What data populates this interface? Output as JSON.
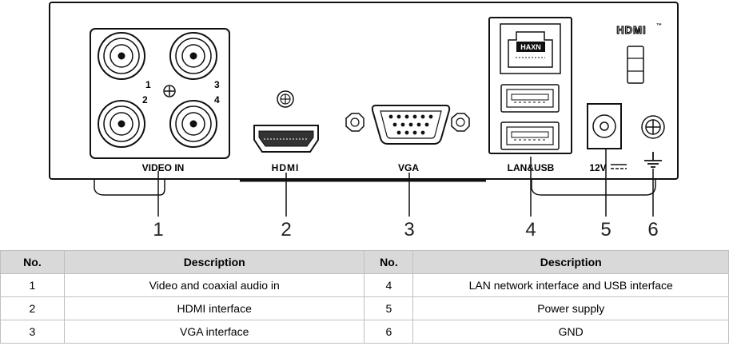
{
  "panel_labels": {
    "video_in": "VIDEO IN",
    "hdmi": "HDMI",
    "vga": "VGA",
    "lan_usb": "LAN&USB",
    "power": "12V",
    "hdmi_logo": "HDMI",
    "rj45_tag": "HAXN"
  },
  "bnc_numbers": [
    "1",
    "3",
    "2",
    "4"
  ],
  "callouts": [
    "1",
    "2",
    "3",
    "4",
    "5",
    "6"
  ],
  "table": {
    "headers": [
      "No.",
      "Description",
      "No.",
      "Description"
    ],
    "rows": [
      [
        "1",
        "Video and coaxial audio in",
        "4",
        "LAN network interface and USB interface"
      ],
      [
        "2",
        "HDMI interface",
        "5",
        "Power supply"
      ],
      [
        "3",
        "VGA interface",
        "6",
        "GND"
      ]
    ]
  }
}
